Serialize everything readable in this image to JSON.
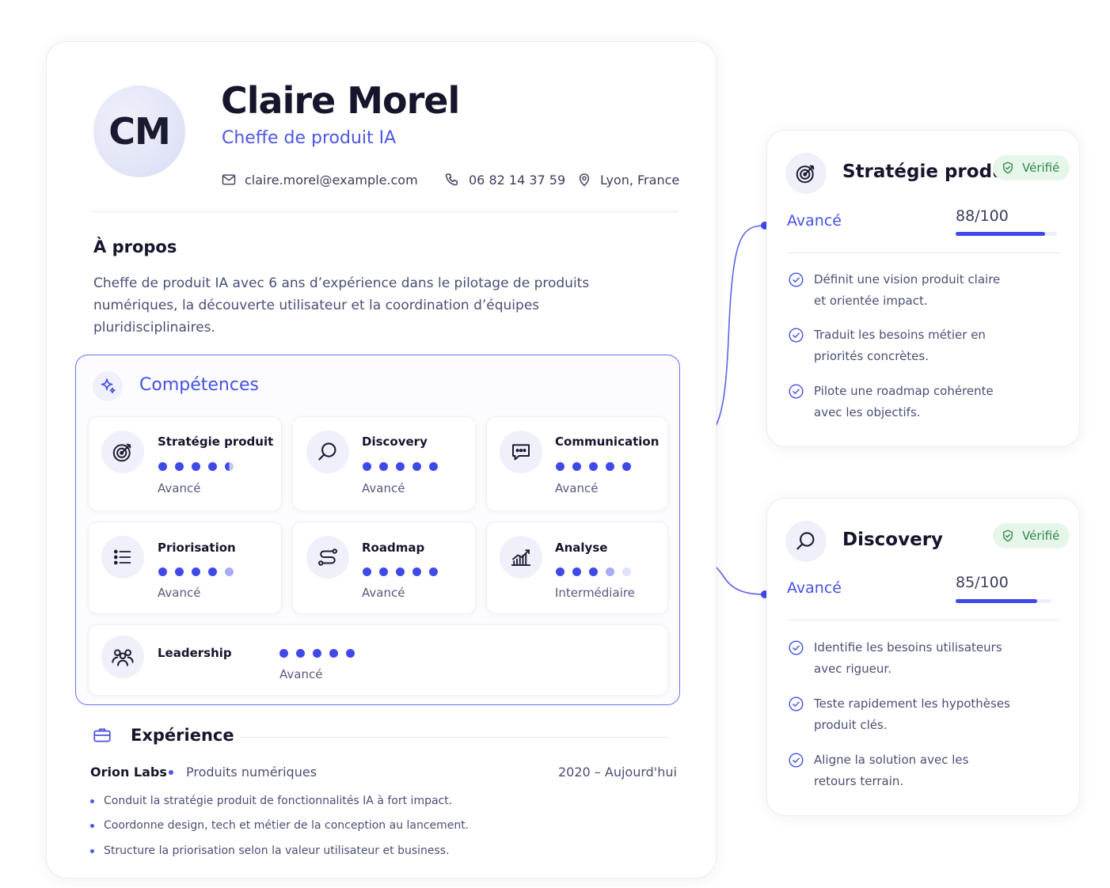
{
  "profile": {
    "initials": "CM",
    "name": "Claire Morel",
    "role": "Cheffe de produit IA",
    "email": "claire.morel@example.com",
    "phone": "06 82 14 37 59",
    "location": "Lyon, France"
  },
  "about": {
    "title": "À propos",
    "text": "Cheffe de produit IA avec 6 ans d’expérience dans le pilotage de produits numériques, la découverte utilisateur et la coordination d’équipes pluridisciplinaires."
  },
  "skills": {
    "title": "Compétences",
    "items": [
      {
        "name": "Stratégie produit",
        "level": "Avancé",
        "rating": 4.5,
        "icon": "target-icon"
      },
      {
        "name": "Discovery",
        "level": "Avancé",
        "rating": 5,
        "icon": "search-icon"
      },
      {
        "name": "Communication",
        "level": "Avancé",
        "rating": 5,
        "icon": "chat-icon"
      },
      {
        "name": "Priorisation",
        "level": "Avancé",
        "rating": 4.5,
        "icon": "list-icon"
      },
      {
        "name": "Roadmap",
        "level": "Avancé",
        "rating": 5,
        "icon": "route-icon"
      },
      {
        "name": "Analyse",
        "level": "Intermédiaire",
        "rating": 3.5,
        "icon": "bar-chart-icon"
      },
      {
        "name": "Leadership",
        "level": "Avancé",
        "rating": 5,
        "icon": "team-icon"
      }
    ]
  },
  "experience": {
    "title": "Expérience",
    "company": "Orion Labs",
    "sector": "Produits numériques",
    "period": "2020 – Aujourd'hui",
    "bullets": [
      "Conduit la stratégie produit de fonctionnalités IA à fort impact.",
      "Coordonne design, tech et métier de la conception au lancement.",
      "Structure la priorisation selon la valeur utilisateur et business."
    ]
  },
  "details": [
    {
      "title": "Stratégie produit",
      "badge": "Vérifié",
      "level": "Avancé",
      "score": "88/100",
      "score_fraction": 0.88,
      "icon": "target-icon",
      "points": [
        "Définit une vision produit claire et orientée impact.",
        "Traduit les besoins métier en priorités concrètes.",
        "Pilote une roadmap cohérente avec les objectifs."
      ]
    },
    {
      "title": "Discovery",
      "badge": "Vérifié",
      "level": "Avancé",
      "score": "85/100",
      "score_fraction": 0.85,
      "icon": "search-icon",
      "points": [
        "Identifie les besoins utilisateurs avec rigueur.",
        "Teste rapidement les hypothèses produit clés.",
        "Aligne la solution avec les retours terrain."
      ]
    }
  ],
  "colors": {
    "accent": "#4650e4",
    "dot": "#3e49e8",
    "verified_bg": "#e7f6ea",
    "verified_text": "#2f8a48"
  }
}
